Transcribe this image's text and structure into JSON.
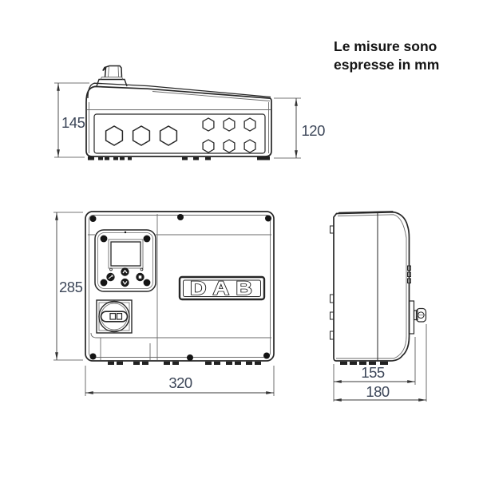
{
  "note": {
    "line1": "Le misure sono",
    "line2": "espresse in mm"
  },
  "dimensions": {
    "top_height": "145",
    "top_body_height": "120",
    "front_height": "285",
    "front_width": "320",
    "side_depth": "155",
    "side_total_depth": "180"
  },
  "logo": {
    "text": "DAB"
  },
  "colors": {
    "background": "#ffffff",
    "line": "#262626",
    "dim_text": "#3c4658",
    "note_text": "#141414"
  }
}
